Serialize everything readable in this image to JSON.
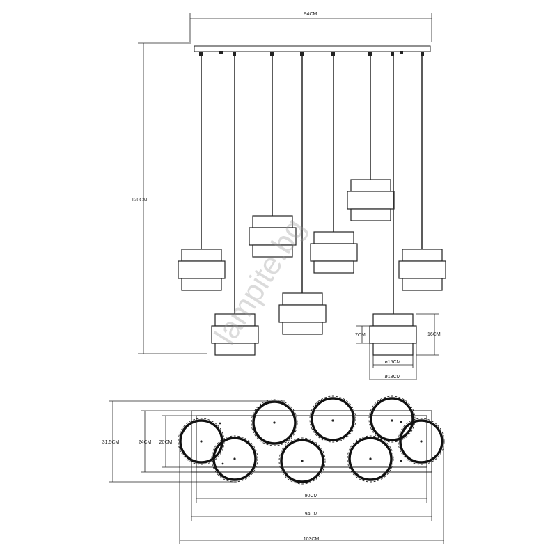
{
  "dimensions": {
    "top_width": "94CM",
    "total_height": "120CM",
    "shade_height": "16CM",
    "shade_band": "7CM",
    "shade_inner_dia": "ø15CM",
    "shade_outer_dia": "ø18CM",
    "plan_depth_outer": "31,5CM",
    "plan_depth_mid": "24CM",
    "plan_depth_inner": "20CM",
    "plan_width_inner": "90CM",
    "plan_width_mid": "94CM",
    "plan_width_outer": "103CM"
  },
  "watermark": "lampite.bg"
}
